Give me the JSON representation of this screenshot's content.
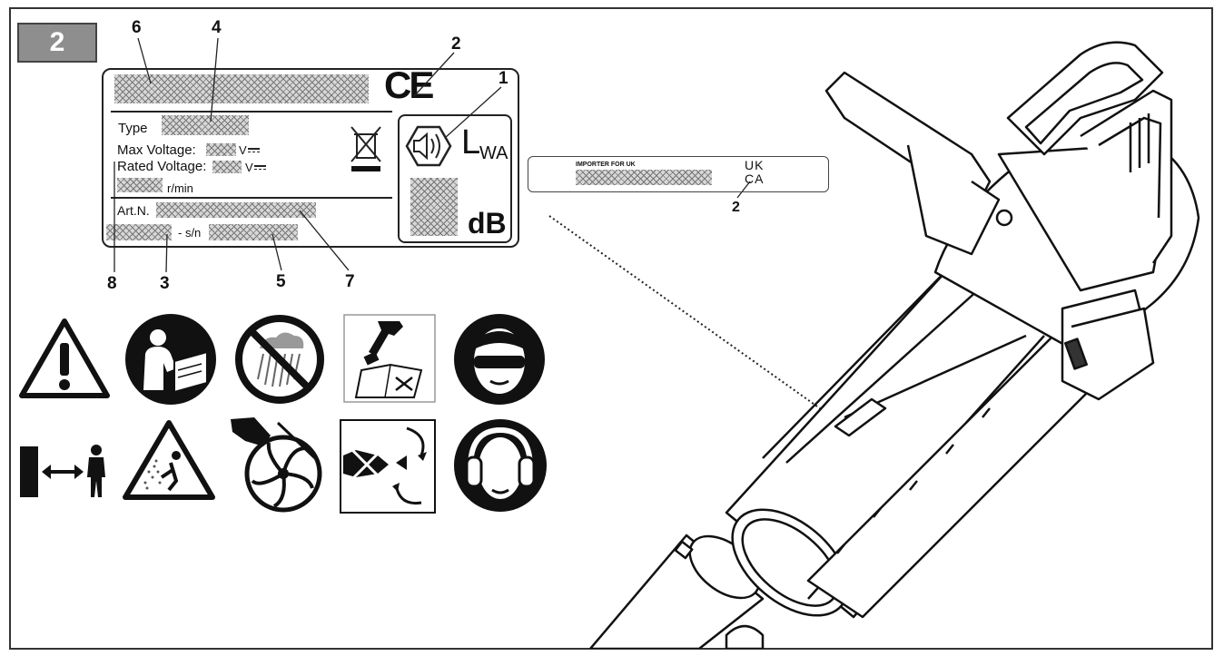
{
  "figure_number": "2",
  "callouts": [
    "6",
    "4",
    "2",
    "1",
    "8",
    "3",
    "5",
    "7",
    "2"
  ],
  "rating_plate": {
    "type_label": "Type",
    "max_voltage_label": "Max Voltage:",
    "rated_voltage_label": "Rated Voltage:",
    "voltage_unit": "V",
    "speed_unit": "r/min",
    "art_label": "Art.N.",
    "sn_label": "- s/n",
    "ce_mark": "CE",
    "lwa_label": "L",
    "lwa_sub": "WA",
    "db_label": "dB"
  },
  "uk_label": {
    "importer_text": "IMPORTER FOR UK",
    "ukca_line1": "UK",
    "ukca_line2": "CA"
  },
  "icons": [
    "warning-triangle-icon",
    "read-manual-icon",
    "no-rain-icon",
    "maintenance-manual-icon",
    "eye-protection-icon",
    "keep-distance-icon",
    "flying-debris-icon",
    "rotating-fan-hand-icon",
    "disconnect-battery-icon",
    "ear-protection-icon"
  ]
}
